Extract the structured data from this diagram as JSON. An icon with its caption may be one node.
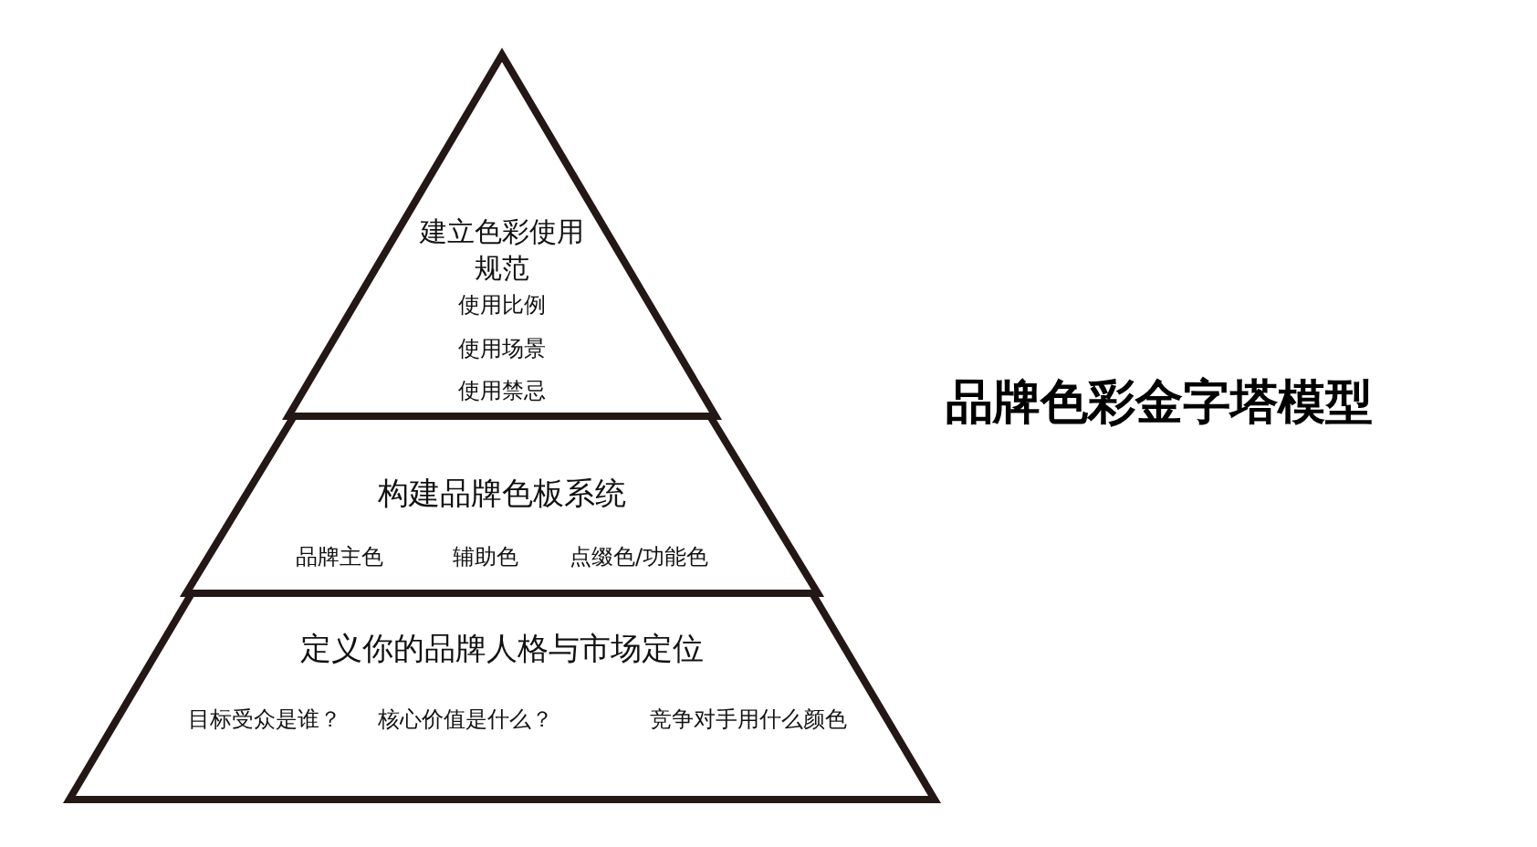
{
  "diagram": {
    "title": "品牌色彩金字塔模型",
    "nodes": [
      {
        "text": [
          "建立色彩使用规范",
          "使用比例",
          "使用场景",
          "使用禁忌"
        ]
      },
      {
        "text": [
          "构建品牌色板系统",
          "品牌主色",
          "辅助色",
          "点缀色/功能色"
        ]
      },
      {
        "text": [
          "定义你的品牌人格与市场定位",
          "目标受众是谁？",
          "核心价值是什么？",
          "竞争对手用什么颜色"
        ]
      }
    ],
    "edges": []
  }
}
